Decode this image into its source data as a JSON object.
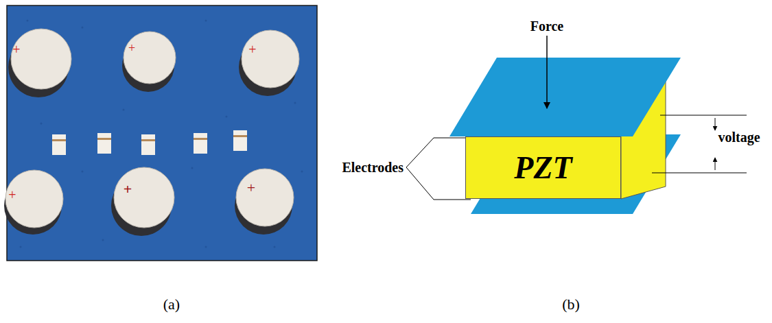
{
  "diagram": {
    "nodes": [
      {
        "text": [
          "PZT"
        ]
      }
    ],
    "labels": [
      "+",
      "+",
      "+",
      "+",
      "+",
      "+",
      "Force",
      "Electrodes",
      "voltage",
      "(a)",
      "(b)"
    ]
  }
}
